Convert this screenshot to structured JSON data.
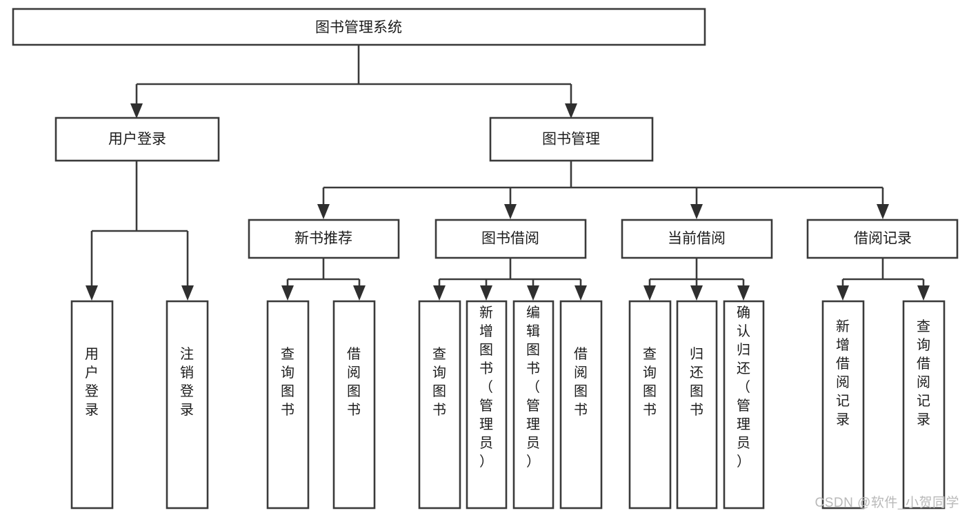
{
  "diagram": {
    "type": "tree",
    "title": "图书管理系统",
    "watermark": "CSDN @软件_小贺同学",
    "colors": {
      "box_fill": "#ffffff",
      "box_stroke": "#3a3a3a",
      "text": "#1c1c1c",
      "background": "#ffffff",
      "watermark": "#b9b9b9"
    },
    "levels": {
      "root": [
        "图书管理系统"
      ],
      "level2": [
        "用户登录",
        "图书管理"
      ],
      "level3": [
        "新书推荐",
        "图书借阅",
        "当前借阅",
        "借阅记录"
      ],
      "leaves": [
        "用户登录",
        "注销登录",
        "查询图书",
        "借阅图书",
        "查询图书",
        "新增图书（管理员）",
        "编辑图书（管理员）",
        "借阅图书",
        "查询图书",
        "归还图书",
        "确认归还（管理员）",
        "新增借阅记录",
        "查询借阅记录"
      ]
    },
    "nodes": {
      "root": {
        "label": "图书管理系统"
      },
      "user_login": {
        "label": "用户登录"
      },
      "book_manage": {
        "label": "图书管理"
      },
      "new_book_rec": {
        "label": "新书推荐"
      },
      "book_borrow": {
        "label": "图书借阅"
      },
      "current_borrow": {
        "label": "当前借阅"
      },
      "borrow_record": {
        "label": "借阅记录"
      },
      "leaf_user_login": {
        "label": "用户登录"
      },
      "leaf_logout": {
        "label": "注销登录"
      },
      "leaf_query_book_1": {
        "label": "查询图书"
      },
      "leaf_borrow_book_1": {
        "label": "借阅图书"
      },
      "leaf_query_book_2": {
        "label": "查询图书"
      },
      "leaf_add_book": {
        "label": "新增图书（管理员）"
      },
      "leaf_edit_book": {
        "label": "编辑图书（管理员）"
      },
      "leaf_borrow_book_2": {
        "label": "借阅图书"
      },
      "leaf_query_book_3": {
        "label": "查询图书"
      },
      "leaf_return_book": {
        "label": "归还图书"
      },
      "leaf_confirm_return": {
        "label": "确认归还（管理员）"
      },
      "leaf_add_record": {
        "label": "新增借阅记录"
      },
      "leaf_query_record": {
        "label": "查询借阅记录"
      }
    },
    "edges": [
      {
        "from": "root",
        "to": "user_login"
      },
      {
        "from": "root",
        "to": "book_manage"
      },
      {
        "from": "user_login",
        "to": "leaf_user_login"
      },
      {
        "from": "user_login",
        "to": "leaf_logout"
      },
      {
        "from": "book_manage",
        "to": "new_book_rec"
      },
      {
        "from": "book_manage",
        "to": "book_borrow"
      },
      {
        "from": "book_manage",
        "to": "current_borrow"
      },
      {
        "from": "book_manage",
        "to": "borrow_record"
      },
      {
        "from": "new_book_rec",
        "to": "leaf_query_book_1"
      },
      {
        "from": "new_book_rec",
        "to": "leaf_borrow_book_1"
      },
      {
        "from": "book_borrow",
        "to": "leaf_query_book_2"
      },
      {
        "from": "book_borrow",
        "to": "leaf_add_book"
      },
      {
        "from": "book_borrow",
        "to": "leaf_edit_book"
      },
      {
        "from": "book_borrow",
        "to": "leaf_borrow_book_2"
      },
      {
        "from": "current_borrow",
        "to": "leaf_query_book_3"
      },
      {
        "from": "current_borrow",
        "to": "leaf_return_book"
      },
      {
        "from": "current_borrow",
        "to": "leaf_confirm_return"
      },
      {
        "from": "borrow_record",
        "to": "leaf_add_record"
      },
      {
        "from": "borrow_record",
        "to": "leaf_query_record"
      }
    ]
  }
}
